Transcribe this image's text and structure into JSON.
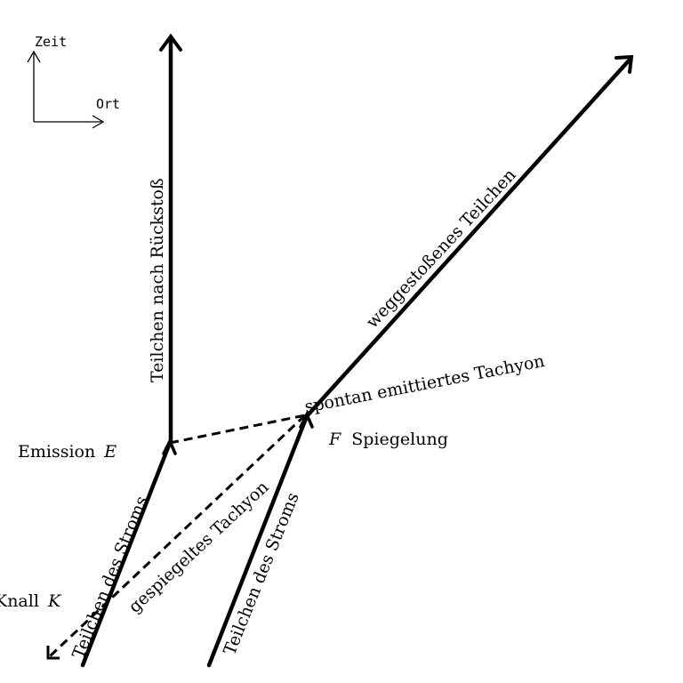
{
  "axes": {
    "time_label": "Zeit",
    "space_label": "Ort"
  },
  "worldlines": {
    "recoiled_particle": "Teilchen nach Rückstoß",
    "pushed_particle": "weggestoßenes Teilchen",
    "stream_particle_left": "Teilchen des Stroms",
    "stream_particle_right": "Teilchen des Stroms",
    "emitted_tachyon": "spontan emittiertes Tachyon",
    "mirrored_tachyon": "gespiegeltes Tachyon"
  },
  "events": {
    "emission": {
      "label": "Emission",
      "symbol": "E"
    },
    "mirror": {
      "symbol": "F",
      "label": "Spiegelung"
    },
    "bang": {
      "label": "Knall",
      "symbol": "K"
    }
  }
}
